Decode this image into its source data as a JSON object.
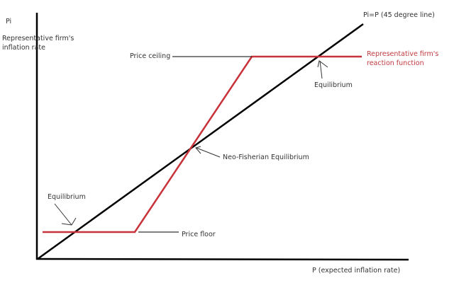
{
  "labels": {
    "y_symbol": "Pi",
    "y_label_line1": "Representative firm's",
    "y_label_line2": "inflation rate",
    "x_label": "P (expected inflation rate)",
    "line_45": "Pi=P  (45 degree line)",
    "reaction_line1": "Representative firm's",
    "reaction_line2": "reaction function",
    "price_ceiling": "Price ceiling",
    "price_floor": "Price floor",
    "equilibrium_upper": "Equilibrium",
    "equilibrium_lower": "Equilibrium",
    "neo_fisherian": "Neo-Fisherian Equilibrium"
  },
  "colors": {
    "axes": "#000000",
    "line_45": "#000000",
    "reaction": "#c8323a",
    "reaction_text": "#c0393f"
  }
}
